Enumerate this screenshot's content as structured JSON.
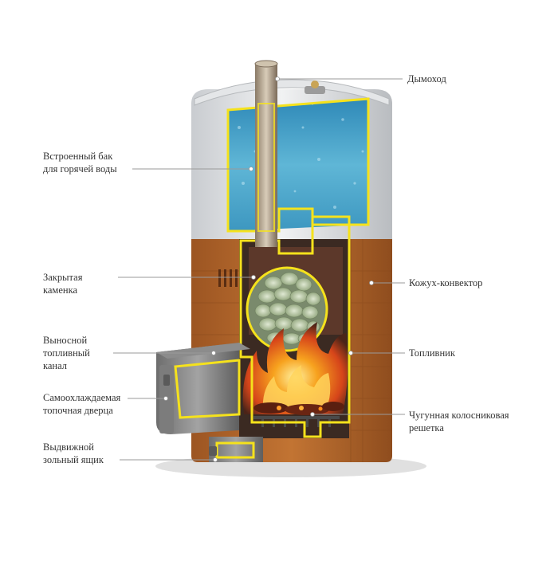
{
  "labels": {
    "chimney": "Дымоход",
    "tank": "Встроенный бак\nдля горячей воды",
    "heater": "Закрытая\nкаменка",
    "channel": "Выносной\nтопливный\nканал",
    "door": "Самоохлаждаемая\nтопочная дверца",
    "ashbox": "Выдвижной\nзольный ящик",
    "convector": "Кожух-конвектор",
    "firebox": "Топливник",
    "grate": "Чугунная колосниковая\nрешетка"
  },
  "colors": {
    "outline": "#f5e21c",
    "copper": "#b5672c",
    "steel": "#d7d9db",
    "water": "#4aa7c9",
    "firebox_dark": "#3a2a22",
    "flame": "#f28a18",
    "leader": "#9a9a9a"
  }
}
